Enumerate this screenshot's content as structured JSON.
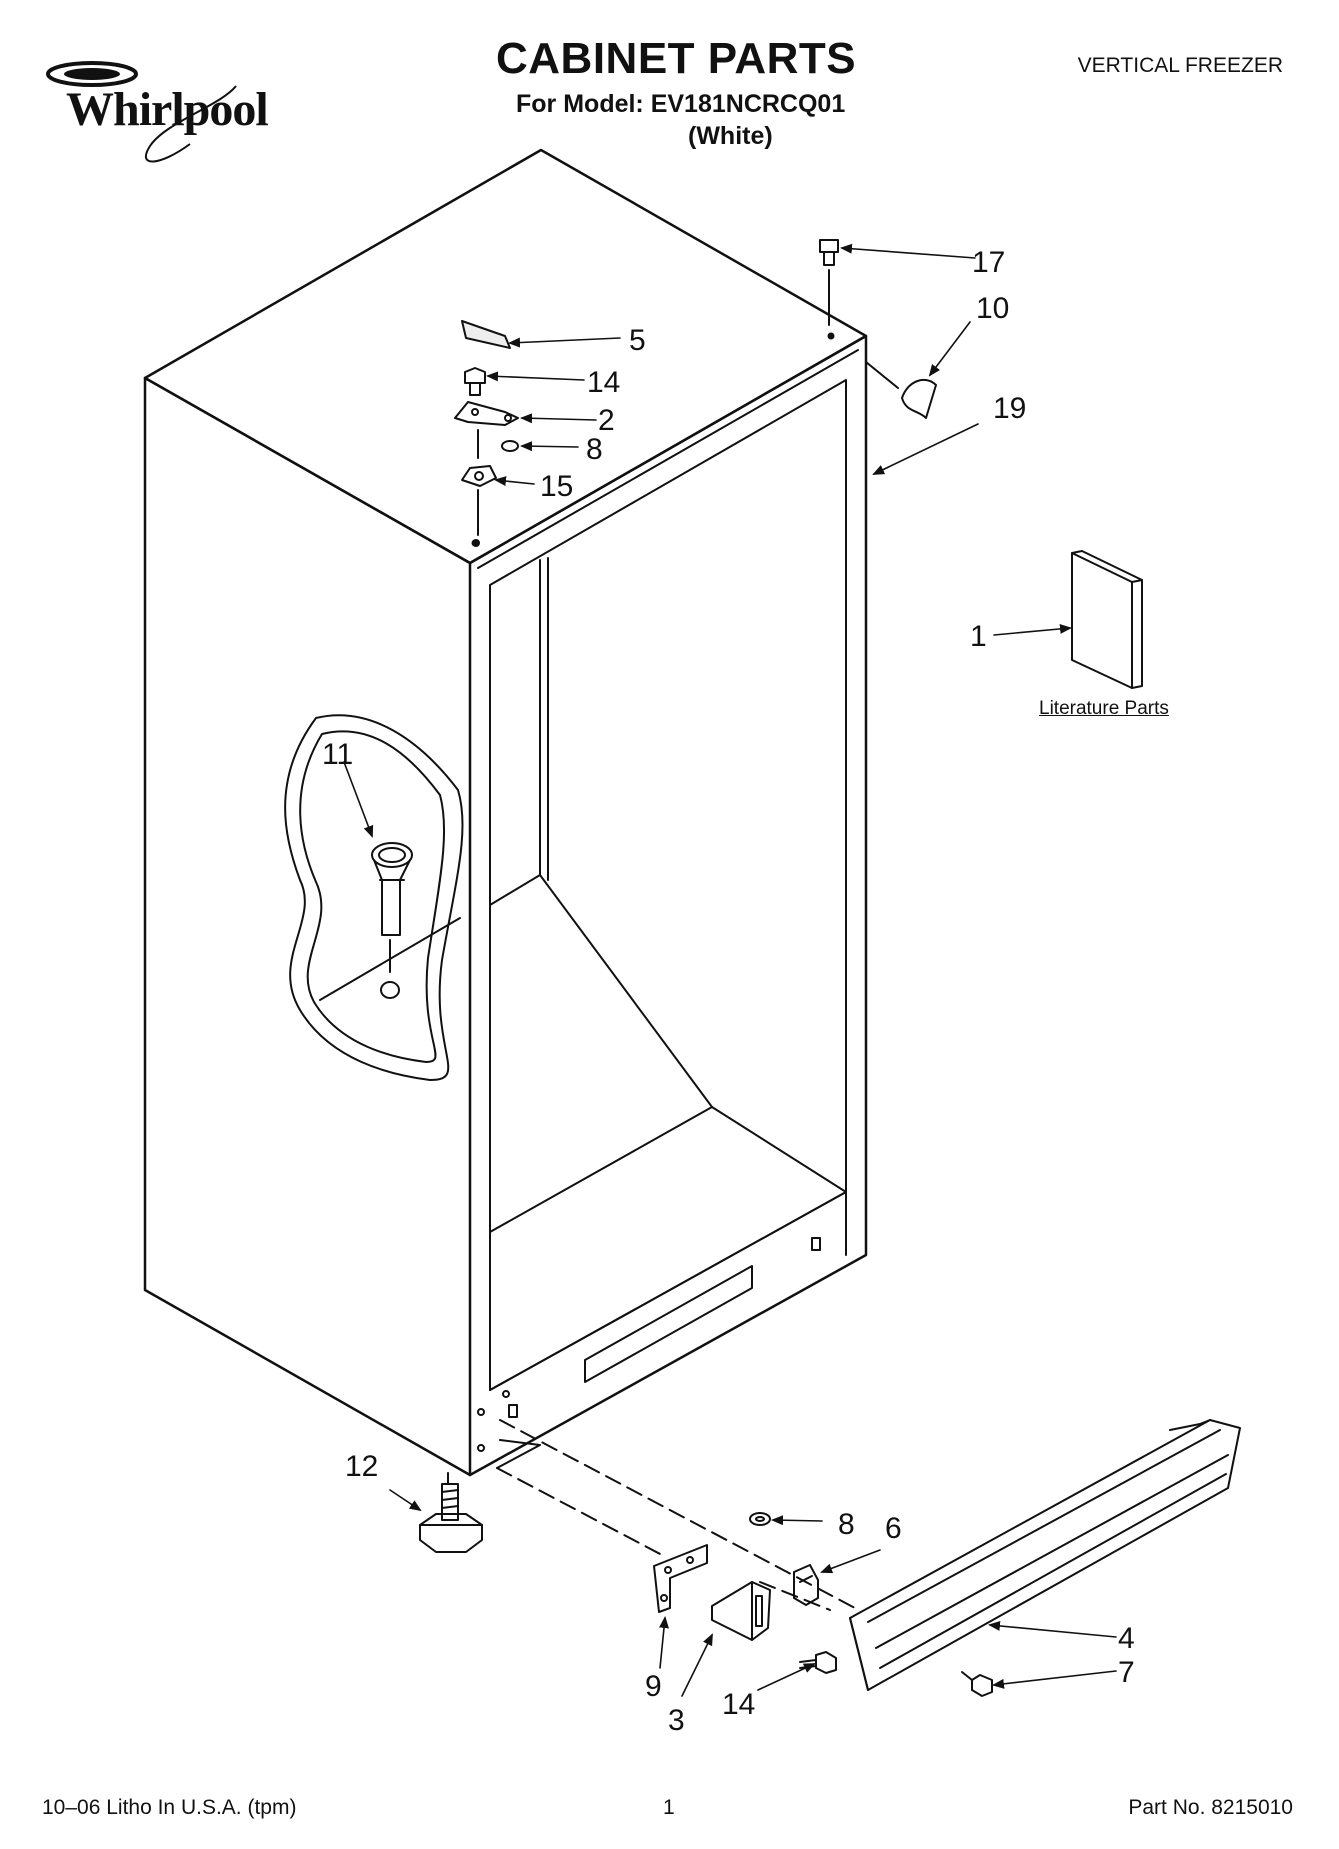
{
  "header": {
    "brand": "Whirlpool",
    "title": "CABINET PARTS",
    "model_line": "For Model: EV181NCRCQ01",
    "color_line": "(White)",
    "category": "VERTICAL FREEZER"
  },
  "diagram": {
    "callouts": [
      {
        "id": "c17",
        "label": "17"
      },
      {
        "id": "c10",
        "label": "10"
      },
      {
        "id": "c5",
        "label": "5"
      },
      {
        "id": "c14a",
        "label": "14"
      },
      {
        "id": "c2",
        "label": "2"
      },
      {
        "id": "c8a",
        "label": "8"
      },
      {
        "id": "c15",
        "label": "15"
      },
      {
        "id": "c19",
        "label": "19"
      },
      {
        "id": "c1",
        "label": "1"
      },
      {
        "id": "c11",
        "label": "11"
      },
      {
        "id": "c12",
        "label": "12"
      },
      {
        "id": "c8b",
        "label": "8"
      },
      {
        "id": "c6",
        "label": "6"
      },
      {
        "id": "c9",
        "label": "9"
      },
      {
        "id": "c3",
        "label": "3"
      },
      {
        "id": "c14b",
        "label": "14"
      },
      {
        "id": "c4",
        "label": "4"
      },
      {
        "id": "c7",
        "label": "7"
      }
    ],
    "literature_label": "Literature Parts"
  },
  "footer": {
    "print_info": "10–06 Litho In U.S.A. (tpm)",
    "page_number": "1",
    "part_number": "Part No. 8215010"
  }
}
